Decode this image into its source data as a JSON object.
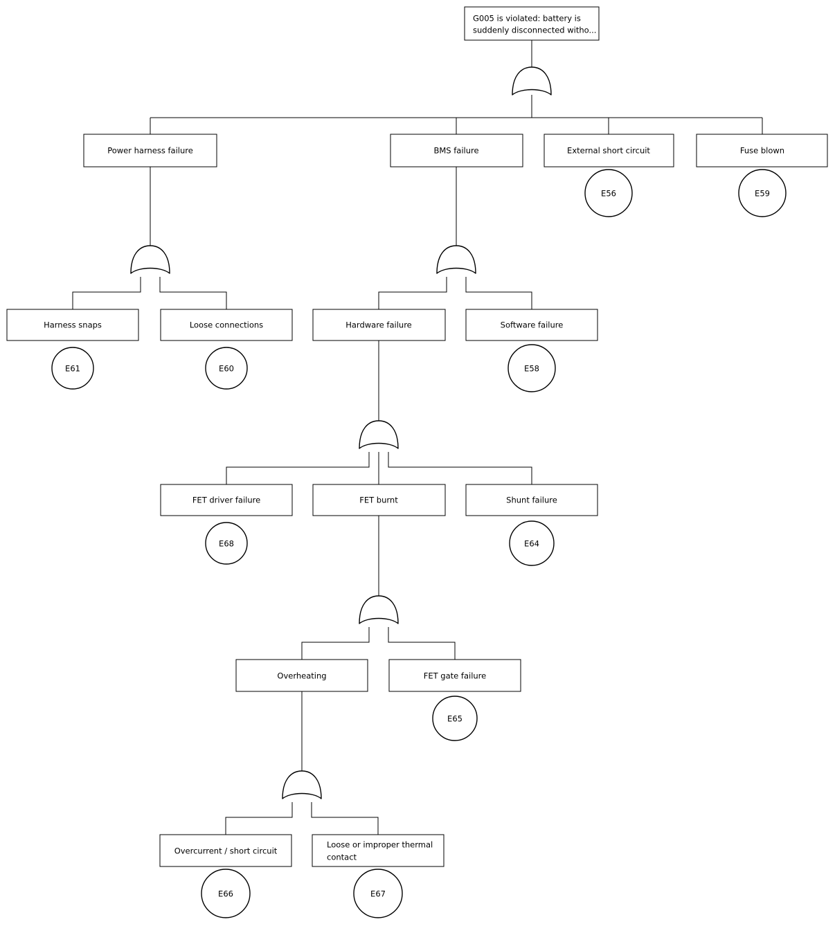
{
  "diagram": {
    "type": "fault-tree",
    "title": "Battery sudden disconnect fault tree",
    "background_color": "#ffffff",
    "line_color": "#000000",
    "node_fill_color": "#ffffff",
    "gate_type": "OR"
  },
  "nodes": {
    "top_event": {
      "id": "G005",
      "line1": "G005 is violated: battery is",
      "line2": "suddenly disconnected witho...",
      "shape": "rect"
    },
    "power_harness_failure": {
      "label": "Power harness failure",
      "shape": "rect"
    },
    "bms_failure": {
      "label": "BMS failure",
      "shape": "rect"
    },
    "external_short_circuit": {
      "label": "External short circuit",
      "shape": "rect"
    },
    "fuse_blown": {
      "label": "Fuse blown",
      "shape": "rect"
    },
    "harness_snaps": {
      "label": "Harness snaps",
      "shape": "rect"
    },
    "loose_connections": {
      "label": "Loose connections",
      "shape": "rect"
    },
    "hardware_failure": {
      "label": "Hardware failure",
      "shape": "rect"
    },
    "software_failure": {
      "label": "Software failure",
      "shape": "rect"
    },
    "fet_driver_failure": {
      "label": "FET driver failure",
      "shape": "rect"
    },
    "fet_burnt": {
      "label": "FET burnt",
      "shape": "rect"
    },
    "shunt_failure": {
      "label": "Shunt failure",
      "shape": "rect"
    },
    "overheating": {
      "label": "Overheating",
      "shape": "rect"
    },
    "fet_gate_failure": {
      "label": "FET gate failure",
      "shape": "rect"
    },
    "overcurrent_short_circuit": {
      "label": "Overcurrent / short circuit",
      "shape": "rect"
    },
    "loose_thermal_contact": {
      "line1": "Loose or improper thermal",
      "line2": "contact",
      "shape": "rect"
    }
  },
  "basic_events": {
    "e56": {
      "label": "E56",
      "parent": "External short circuit"
    },
    "e59": {
      "label": "E59",
      "parent": "Fuse blown"
    },
    "e61": {
      "label": "E61",
      "parent": "Harness snaps"
    },
    "e60": {
      "label": "E60",
      "parent": "Loose connections"
    },
    "e58": {
      "label": "E58",
      "parent": "Software failure"
    },
    "e68": {
      "label": "E68",
      "parent": "FET driver failure"
    },
    "e64": {
      "label": "E64",
      "parent": "Shunt failure"
    },
    "e65": {
      "label": "E65",
      "parent": "FET gate failure"
    },
    "e66": {
      "label": "E66",
      "parent": "Overcurrent / short circuit"
    },
    "e67": {
      "label": "E67",
      "parent": "Loose or improper thermal contact"
    }
  },
  "gates": {
    "g_top": {
      "type": "OR",
      "parent": "G005 is violated",
      "children": [
        "Power harness failure",
        "BMS failure",
        "External short circuit",
        "Fuse blown"
      ]
    },
    "g_harness": {
      "type": "OR",
      "parent": "Power harness failure",
      "children": [
        "Harness snaps",
        "Loose connections"
      ]
    },
    "g_bms": {
      "type": "OR",
      "parent": "BMS failure",
      "children": [
        "Hardware failure",
        "Software failure"
      ]
    },
    "g_hardware": {
      "type": "OR",
      "parent": "Hardware failure",
      "children": [
        "FET driver failure",
        "FET burnt",
        "Shunt failure"
      ]
    },
    "g_fet_burnt": {
      "type": "OR",
      "parent": "FET burnt",
      "children": [
        "Overheating",
        "FET gate failure"
      ]
    },
    "g_overheating": {
      "type": "OR",
      "parent": "Overheating",
      "children": [
        "Overcurrent / short circuit",
        "Loose or improper thermal contact"
      ]
    }
  }
}
